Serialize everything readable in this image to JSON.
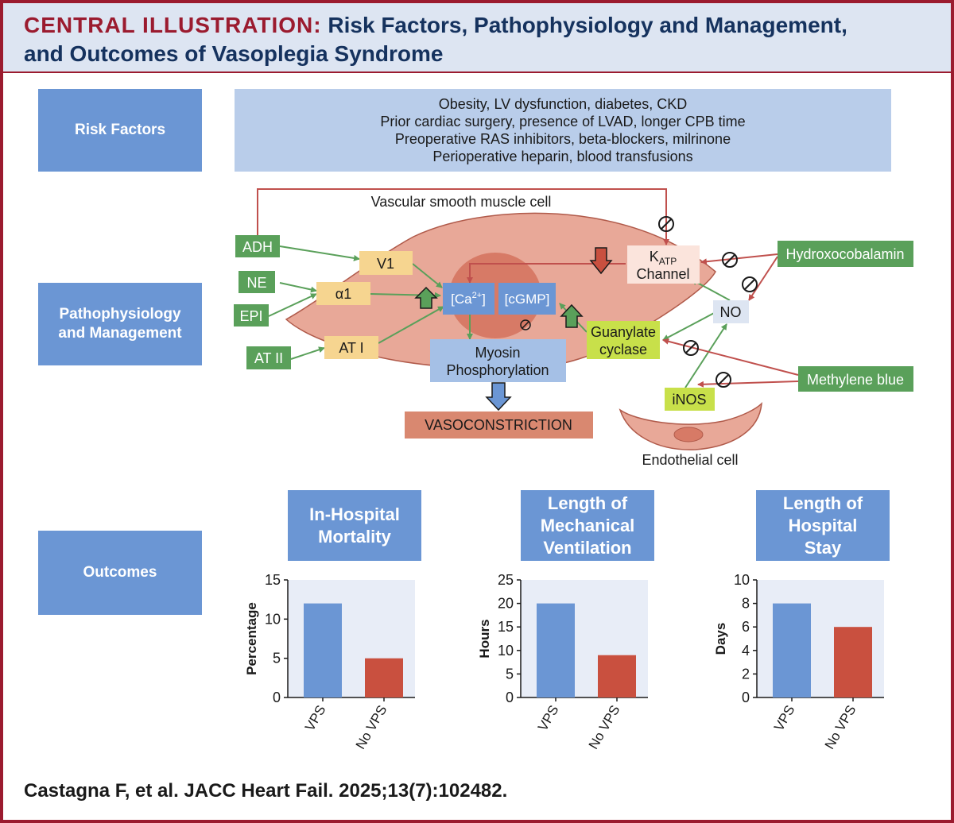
{
  "header": {
    "label": "CENTRAL ILLUSTRATION:",
    "title_line1": "Risk Factors, Pathophysiology and Management,",
    "title_line2": "and Outcomes of Vasoplegia Syndrome"
  },
  "sections": {
    "risk_factors": "Risk Factors",
    "pathophysiology_line1": "Pathophysiology",
    "pathophysiology_line2": "and Management",
    "outcomes": "Outcomes"
  },
  "risk_factors": [
    "Obesity, LV dysfunction, diabetes, CKD",
    "Prior cardiac surgery, presence of LVAD, longer CPB time",
    "Preoperative RAS inhibitors, beta-blockers, milrinone",
    "Perioperative heparin, blood transfusions"
  ],
  "diagram": {
    "vsmc_label": "Vascular smooth muscle cell",
    "endothelial_label": "Endothelial cell",
    "adh": "ADH",
    "ne": "NE",
    "epi": "EPI",
    "at2": "AT II",
    "v1": "V1",
    "alpha1": "α1",
    "at1": "AT I",
    "ca_base": "[Ca",
    "ca_sup": "2+",
    "ca_end": "]",
    "cgmp": "[cGMP]",
    "myosin_line1": "Myosin",
    "myosin_line2": "Phosphorylation",
    "vasoconstriction": "VASOCONSTRICTION",
    "katp_base": "K",
    "katp_sub": "ATP",
    "katp_line2": "Channel",
    "no": "NO",
    "gc_line1": "Guanylate",
    "gc_line2": "cyclase",
    "inos": "iNOS",
    "hydroxocobalamin": "Hydroxocobalamin",
    "methylene_blue": "Methylene blue",
    "colors": {
      "agonist": "#5aa05a",
      "receptor": "#f6d590",
      "cell": "#e8a898",
      "nucleus": "#d77a66",
      "inhibit": "#c0504d",
      "signal": "#6b96d4",
      "drug": "#c8e04a"
    }
  },
  "outcomes": [
    {
      "title_line1": "In-Hospital",
      "title_line2": "Mortality",
      "title_line3": ""
    },
    {
      "title_line1": "Length of",
      "title_line2": "Mechanical",
      "title_line3": "Ventilation"
    },
    {
      "title_line1": "Length of",
      "title_line2": "Hospital",
      "title_line3": "Stay"
    }
  ],
  "chart_data": [
    {
      "type": "bar",
      "title": "In-Hospital Mortality",
      "categories": [
        "VPS",
        "No VPS"
      ],
      "values": [
        12,
        5
      ],
      "ylabel": "Percentage",
      "ylim": [
        0,
        15
      ],
      "yticks": [
        0,
        5,
        10,
        15
      ],
      "colors": [
        "#6b96d4",
        "#c9503f"
      ],
      "grid": false
    },
    {
      "type": "bar",
      "title": "Length of Mechanical Ventilation",
      "categories": [
        "VPS",
        "No VPS"
      ],
      "values": [
        20,
        9
      ],
      "ylabel": "Hours",
      "ylim": [
        0,
        25
      ],
      "yticks": [
        0,
        5,
        10,
        15,
        20,
        25
      ],
      "colors": [
        "#6b96d4",
        "#c9503f"
      ],
      "grid": false
    },
    {
      "type": "bar",
      "title": "Length of Hospital Stay",
      "categories": [
        "VPS",
        "No VPS"
      ],
      "values": [
        8,
        6
      ],
      "ylabel": "Days",
      "ylim": [
        0,
        10
      ],
      "yticks": [
        0,
        2,
        4,
        6,
        8,
        10
      ],
      "colors": [
        "#6b96d4",
        "#c9503f"
      ],
      "grid": false
    }
  ],
  "citation": "Castagna F, et al. JACC Heart Fail. 2025;13(7):102482."
}
